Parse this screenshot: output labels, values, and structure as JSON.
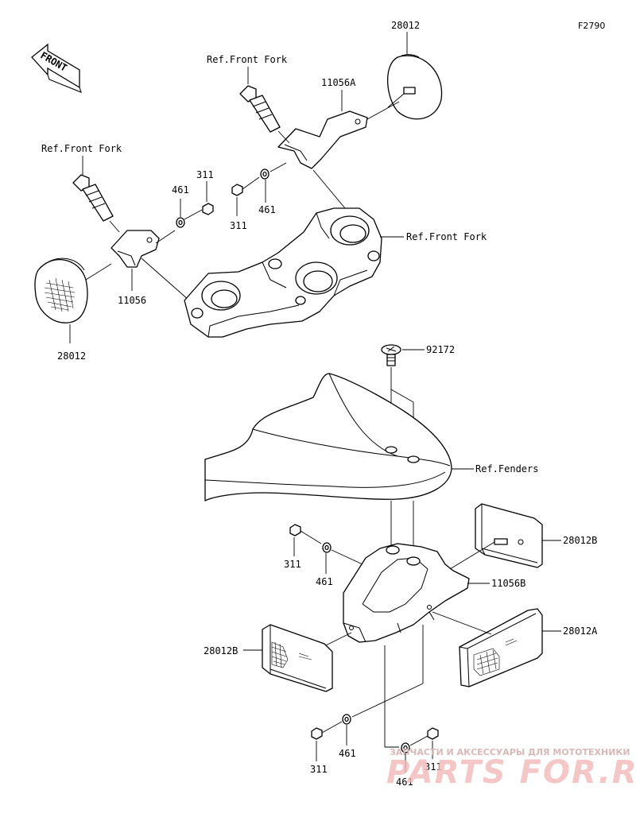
{
  "figure_code": "F2790",
  "front_label": "FRONT",
  "labels": {
    "ref_front_fork_1": "Ref.Front Fork",
    "ref_front_fork_2": "Ref.Front Fork",
    "ref_front_fork_3": "Ref.Front Fork",
    "ref_fenders": "Ref.Fenders",
    "p28012_top": "28012",
    "p28012_left": "28012",
    "p11056A": "11056A",
    "p11056": "11056",
    "p311_a": "311",
    "p461_a": "461",
    "p311_b": "311",
    "p461_b": "461",
    "p92172": "92172",
    "p28012B_right": "28012B",
    "p11056B": "11056B",
    "p28012A": "28012A",
    "p28012B_left": "28012B",
    "p311_c": "311",
    "p461_c": "461",
    "p311_d": "311",
    "p461_d": "461",
    "p311_e": "311",
    "p461_e": "461"
  },
  "watermark": {
    "tagline": "ЗАПЧАСТИ И АКСЕССУАРЫ ДЛЯ МОТОТЕХНИКИ",
    "brand": "PARTS FOR.RU"
  }
}
